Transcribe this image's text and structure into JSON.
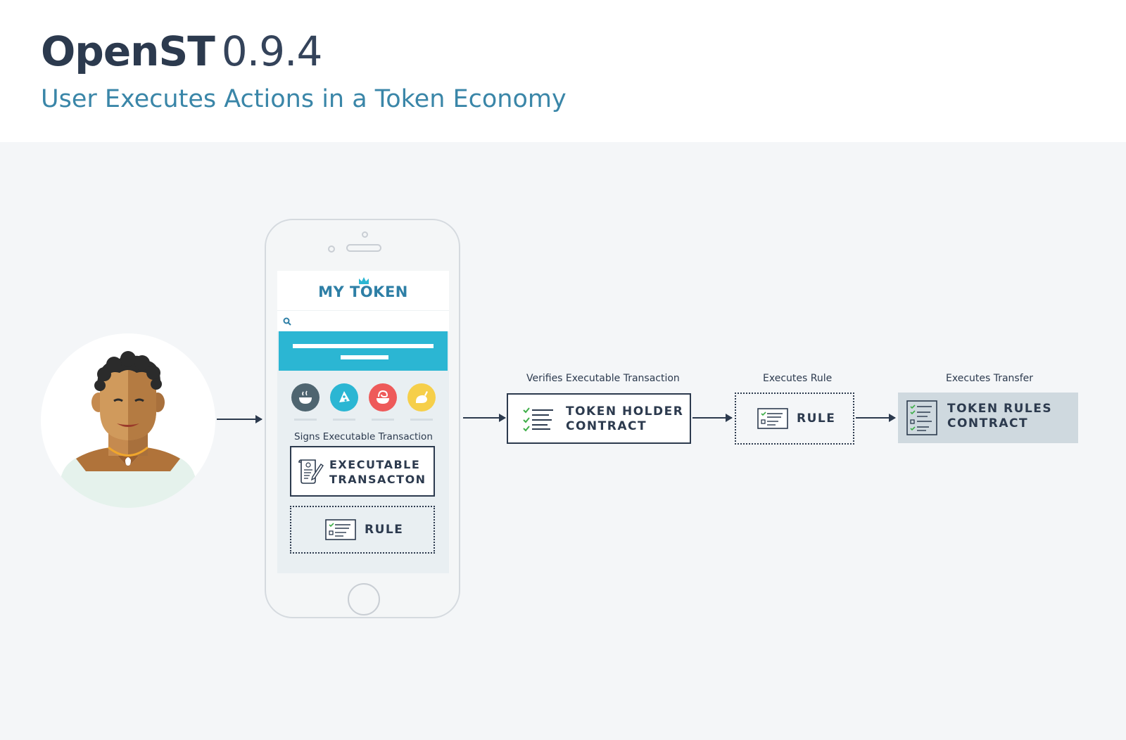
{
  "header": {
    "title_name": "OpenST",
    "title_version": "0.9.4",
    "subtitle": "User Executes Actions in a Token Economy"
  },
  "phone": {
    "logo_text": "MY TOKEN",
    "signs_label": "Signs Executable Transaction",
    "exec_box_line1": "EXECUTABLE",
    "exec_box_line2": "TRANSACTON",
    "rule_label": "RULE",
    "categories": [
      {
        "icon": "bowl-icon",
        "color": "#4f6570"
      },
      {
        "icon": "pizza-icon",
        "color": "#2bb6d3"
      },
      {
        "icon": "noodles-icon",
        "color": "#ee5a5a"
      },
      {
        "icon": "chicken-icon",
        "color": "#f6cf4a"
      }
    ]
  },
  "flow": {
    "holder_label": "Verifies Executable Transaction",
    "holder_line1": "TOKEN HOLDER",
    "holder_line2": "CONTRACT",
    "rule_label": "Executes Rule",
    "rule_text": "RULE",
    "rules_label": "Executes Transfer",
    "rules_line1": "TOKEN RULES",
    "rules_line2": "CONTRACT"
  },
  "colors": {
    "navy": "#2c3a4e",
    "accent_blue": "#3a86a8",
    "check_green": "#3fae49"
  }
}
